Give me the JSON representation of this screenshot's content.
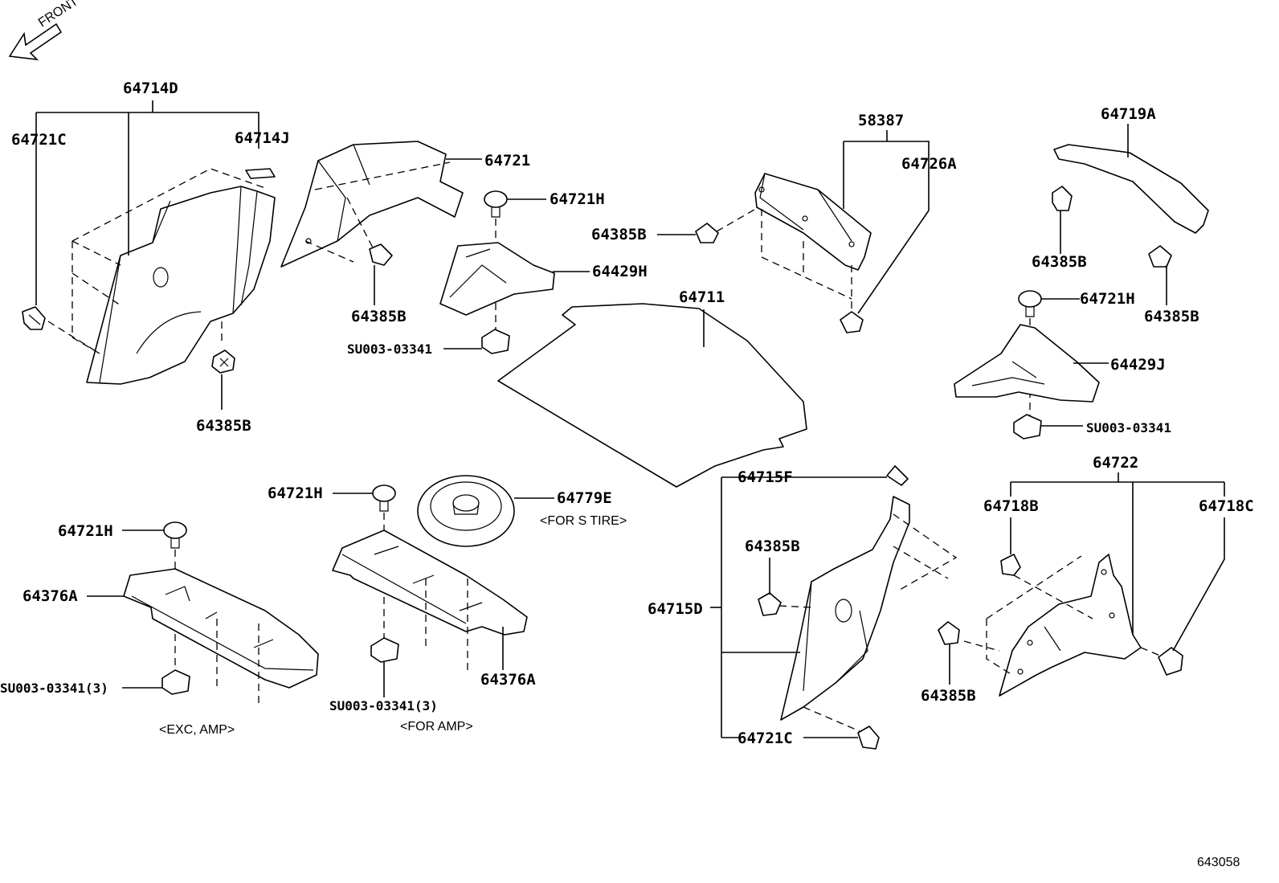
{
  "front_label": "FRONT",
  "diagram_number": "643058",
  "callouts": {
    "c_64714D": "64714D",
    "c_64721C_left": "64721C",
    "c_64714J": "64714J",
    "c_64385B_left": "64385B",
    "c_64721": "64721",
    "c_64721H_top": "64721H",
    "c_64429H": "64429H",
    "c_64385B_mid": "64385B",
    "c_SU003_mid": "SU003-03341",
    "c_58387": "58387",
    "c_64726A": "64726A",
    "c_64385B_58387": "64385B",
    "c_64711": "64711",
    "c_64719A": "64719A",
    "c_64385B_r1": "64385B",
    "c_64385B_r2": "64385B",
    "c_64721H_right": "64721H",
    "c_64429J": "64429J",
    "c_SU003_right": "SU003-03341",
    "c_64721H_bl": "64721H",
    "c_64376A_left": "64376A",
    "c_SU003_bl": "SU003-03341(3)",
    "c_64721H_bm": "64721H",
    "c_64779E": "64779E",
    "c_SU003_bm": "SU003-03341(3)",
    "c_64376A_mid": "64376A",
    "c_64715F": "64715F",
    "c_64385B_715": "64385B",
    "c_64715D": "64715D",
    "c_64721C_bottom": "64721C",
    "c_64722": "64722",
    "c_64718B": "64718B",
    "c_64718C": "64718C",
    "c_64385B_722": "64385B"
  },
  "notes": {
    "for_s_tire": "<FOR S TIRE>",
    "exc_amp": "<EXC, AMP>",
    "for_amp": "<FOR AMP>"
  }
}
